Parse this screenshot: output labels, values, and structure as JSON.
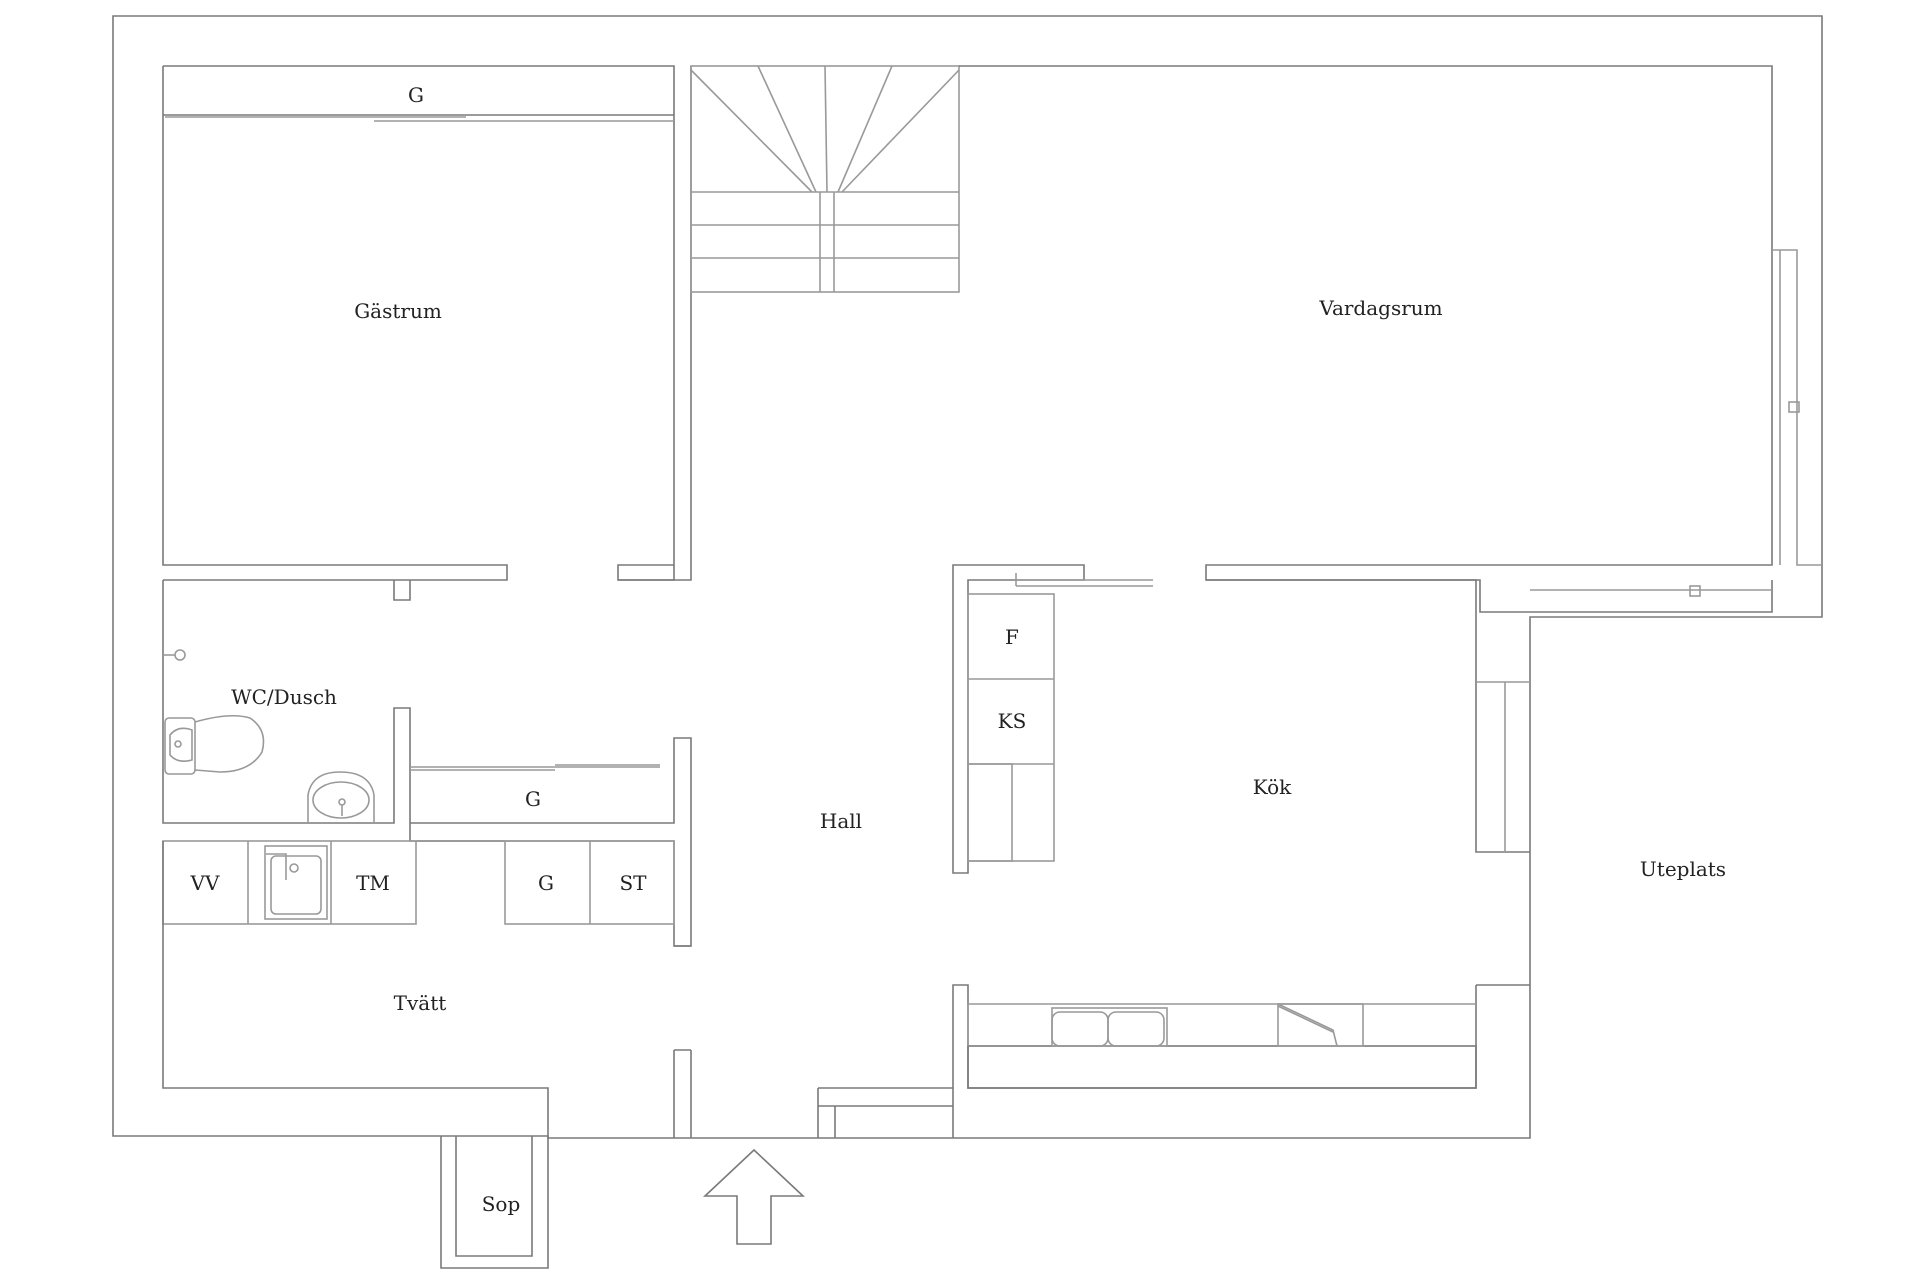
{
  "plan": {
    "rooms": {
      "gastrum": "Gästrum",
      "vardagsrum": "Vardagsrum",
      "wc_dusch": "WC/Dusch",
      "hall": "Hall",
      "kok": "Kök",
      "uteplats": "Uteplats",
      "tvatt": "Tvätt",
      "sop": "Sop"
    },
    "fixtures": {
      "g_gastrum": "G",
      "g_wc": "G",
      "g_tvatt": "G",
      "vv": "VV",
      "tm": "TM",
      "st": "ST",
      "f": "F",
      "ks": "KS"
    }
  },
  "colors": {
    "wall_outline": "#7a7a7a",
    "fixture_line": "#999999",
    "background": "#ffffff"
  }
}
